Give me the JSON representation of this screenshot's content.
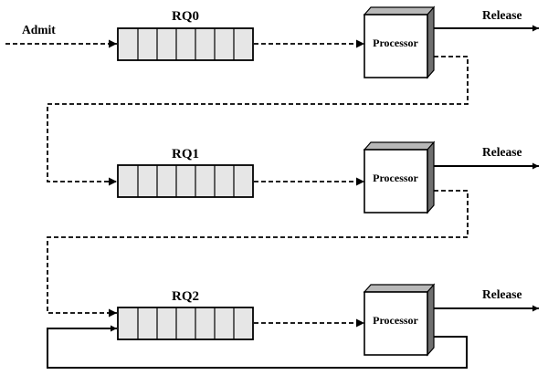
{
  "queues": [
    {
      "label": "RQ0"
    },
    {
      "label": "RQ1"
    },
    {
      "label": "RQ2"
    }
  ],
  "processor_label": "Processor",
  "admit_label": "Admit",
  "release_label": "Release"
}
